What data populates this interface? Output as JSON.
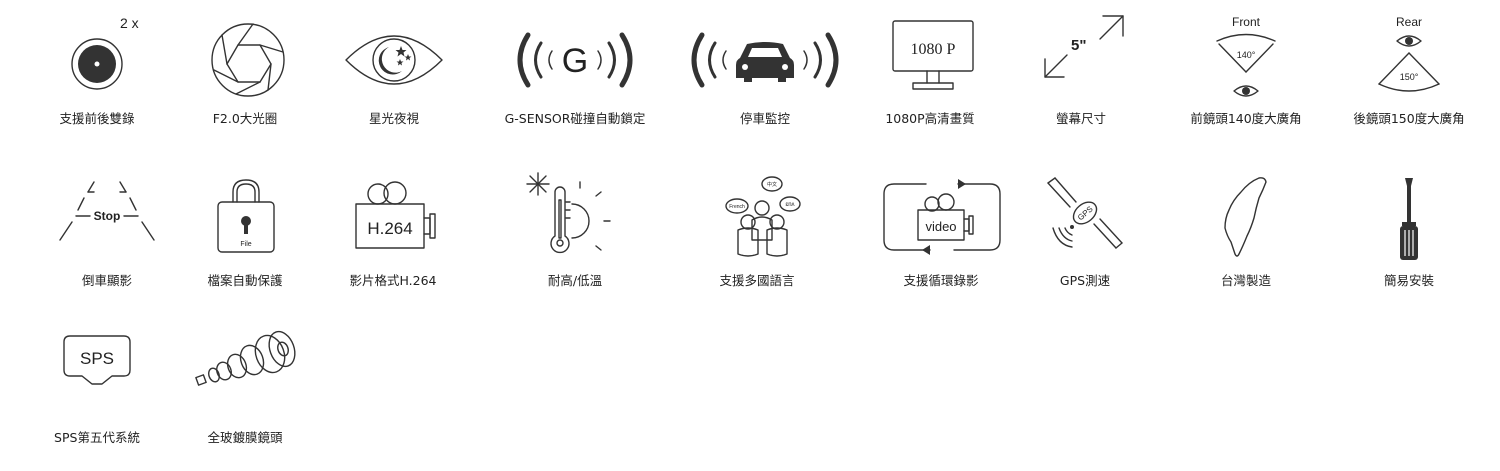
{
  "colors": {
    "icon": "#333333",
    "text": "#222222",
    "background": "#ffffff"
  },
  "features": [
    {
      "label": "支援前後雙錄",
      "icon": "dual-lens-icon",
      "icon_text": "2 x"
    },
    {
      "label": "F2.0大光圈",
      "icon": "aperture-icon"
    },
    {
      "label": "星光夜視",
      "icon": "night-vision-eye-icon"
    },
    {
      "label": "G-SENSOR碰撞自動鎖定",
      "icon": "g-sensor-icon",
      "icon_text": "G"
    },
    {
      "label": "停車監控",
      "icon": "parking-monitor-car-icon"
    },
    {
      "label": "1080P高清畫質",
      "icon": "monitor-1080p-icon",
      "icon_text": "1080 P"
    },
    {
      "label": "螢幕尺寸",
      "icon": "screen-size-icon",
      "icon_text": "5\""
    },
    {
      "label": "前鏡頭140度大廣角",
      "icon": "front-wide-angle-icon",
      "icon_text": "Front",
      "angle_text": "140°"
    },
    {
      "label": "後鏡頭150度大廣角",
      "icon": "rear-wide-angle-icon",
      "icon_text": "Rear",
      "angle_text": "150°"
    },
    {
      "label": "倒車顯影",
      "icon": "reverse-stop-icon",
      "icon_text": "Stop"
    },
    {
      "label": "檔案自動保護",
      "icon": "file-lock-icon",
      "icon_text": "File"
    },
    {
      "label": "影片格式H.264",
      "icon": "video-camera-h264-icon",
      "icon_text": "H.264"
    },
    {
      "label": "耐高/低溫",
      "icon": "thermometer-icon"
    },
    {
      "label": "支援多國語言",
      "icon": "multi-language-icon",
      "bubble_1": "French",
      "bubble_2": "中文",
      "bubble_3": "ɛnʌ"
    },
    {
      "label": "支援循環錄影",
      "icon": "loop-recording-icon",
      "icon_text": "video"
    },
    {
      "label": "GPS測速",
      "icon": "gps-satellite-icon",
      "icon_text": "GPS"
    },
    {
      "label": "台灣製造",
      "icon": "taiwan-map-icon"
    },
    {
      "label": "簡易安裝",
      "icon": "screwdriver-icon"
    },
    {
      "label": "SPS第五代系統",
      "icon": "sps-chip-icon",
      "icon_text": "SPS"
    },
    {
      "label": "全玻鍍膜鏡頭",
      "icon": "glass-lens-icon"
    }
  ]
}
